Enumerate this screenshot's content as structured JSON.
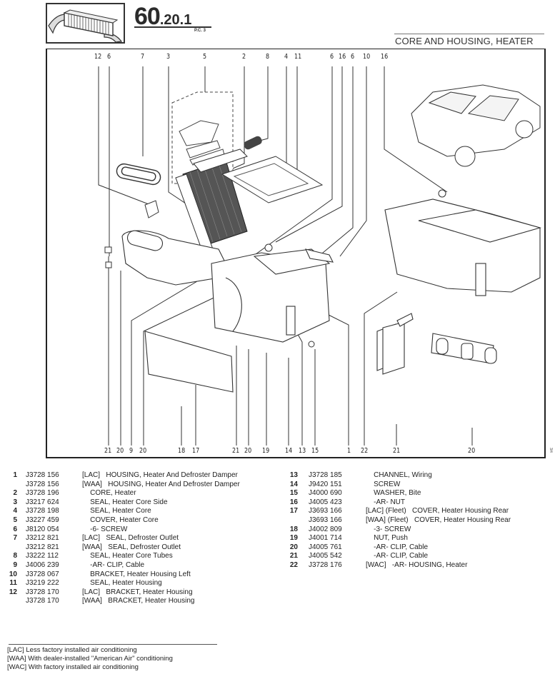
{
  "header": {
    "page_number_main": "60",
    "page_number_sub": ".20.",
    "page_number_index": "1",
    "pc_label": "P.C. 3",
    "section_title": "CORE AND HOUSING, HEATER",
    "thumbnail_icon": "heater-core-icon"
  },
  "diagram": {
    "top_callouts": [
      "12",
      "6",
      "7",
      "3",
      "5",
      "2",
      "8",
      "4",
      "11",
      "6",
      "16",
      "6",
      "10",
      "16"
    ],
    "bottom_callouts": [
      "21",
      "20",
      "9",
      "20",
      "18",
      "17",
      "21",
      "20",
      "19",
      "14",
      "13",
      "15",
      "1",
      "22",
      "21",
      "20"
    ],
    "side_mark": "3/4"
  },
  "parts_left": [
    {
      "num": "1",
      "part": "J3728 156",
      "desc": "[LAC]   HOUSING, Heater And Defroster Damper"
    },
    {
      "num": "",
      "part": "J3728 156",
      "desc": "[WAA]   HOUSING, Heater And Defroster Damper"
    },
    {
      "num": "2",
      "part": "J3728 196",
      "desc": "    CORE, Heater"
    },
    {
      "num": "3",
      "part": "J3217 624",
      "desc": "    SEAL, Heater Core Side"
    },
    {
      "num": "4",
      "part": "J3728 198",
      "desc": "    SEAL, Heater Core"
    },
    {
      "num": "5",
      "part": "J3227 459",
      "desc": "    COVER, Heater Core"
    },
    {
      "num": "6",
      "part": "J8120 054",
      "desc": "    -6- SCREW"
    },
    {
      "num": "7",
      "part": "J3212 821",
      "desc": "[LAC]   SEAL, Defroster Outlet"
    },
    {
      "num": "",
      "part": "J3212 821",
      "desc": "[WAA]   SEAL, Defroster Outlet"
    },
    {
      "num": "8",
      "part": "J3222 112",
      "desc": "    SEAL, Heater Core Tubes"
    },
    {
      "num": "9",
      "part": "J4006 239",
      "desc": "    -AR- CLIP, Cable"
    },
    {
      "num": "10",
      "part": "J3728 067",
      "desc": "    BRACKET, Heater Housing Left"
    },
    {
      "num": "11",
      "part": "J3219 222",
      "desc": "    SEAL, Heater Housing"
    },
    {
      "num": "12",
      "part": "J3728 170",
      "desc": "[LAC]   BRACKET, Heater Housing"
    },
    {
      "num": "",
      "part": "J3728 170",
      "desc": "[WAA]   BRACKET, Heater Housing"
    }
  ],
  "parts_right": [
    {
      "num": "13",
      "part": "J3728 185",
      "desc": "    CHANNEL, Wiring"
    },
    {
      "num": "14",
      "part": "J9420 151",
      "desc": "    SCREW"
    },
    {
      "num": "15",
      "part": "J4000 690",
      "desc": "    WASHER, Bite"
    },
    {
      "num": "16",
      "part": "J4005 423",
      "desc": "    -AR- NUT"
    },
    {
      "num": "17",
      "part": "J3693 166",
      "desc": "[LAC] (Fleet)   COVER, Heater Housing Rear"
    },
    {
      "num": "",
      "part": "J3693 166",
      "desc": "[WAA] (Fleet)   COVER, Heater Housing Rear"
    },
    {
      "num": "18",
      "part": "J4002 809",
      "desc": "    -3- SCREW"
    },
    {
      "num": "19",
      "part": "J4001 714",
      "desc": "    NUT, Push"
    },
    {
      "num": "20",
      "part": "J4005 761",
      "desc": "    -AR- CLIP, Cable"
    },
    {
      "num": "21",
      "part": "J4005 542",
      "desc": "    -AR- CLIP, Cable"
    },
    {
      "num": "22",
      "part": "J3728 176",
      "desc": "[WAC]   -AR- HOUSING, Heater"
    }
  ],
  "legend": [
    "[LAC] Less factory installed air conditioning",
    "[WAA] With dealer-installed \"American Air\" conditioning",
    "[WAC] With factory installed air conditioning"
  ]
}
